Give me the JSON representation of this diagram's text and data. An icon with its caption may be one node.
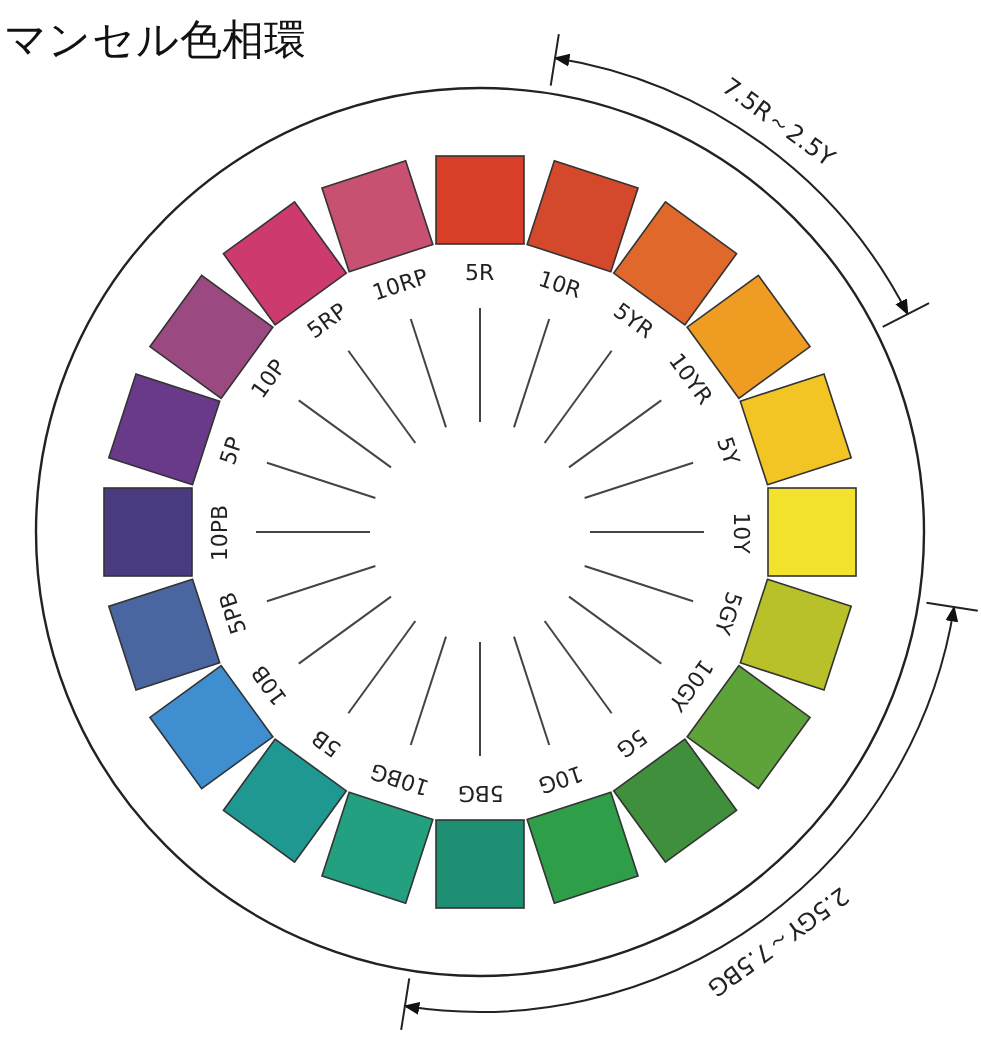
{
  "diagram": {
    "title": "マンセル色相環",
    "labels": [
      "5R",
      "10R",
      "5YR",
      "10YR",
      "5Y",
      "10Y",
      "5GY",
      "10GY",
      "5G",
      "10G",
      "5BG",
      "10BG",
      "5B",
      "10B",
      "5PB",
      "10PB",
      "5P",
      "10P",
      "5RP",
      "10RP",
      "7.5R～2.5Y",
      "2.5GY～7.5BG"
    ]
  }
}
